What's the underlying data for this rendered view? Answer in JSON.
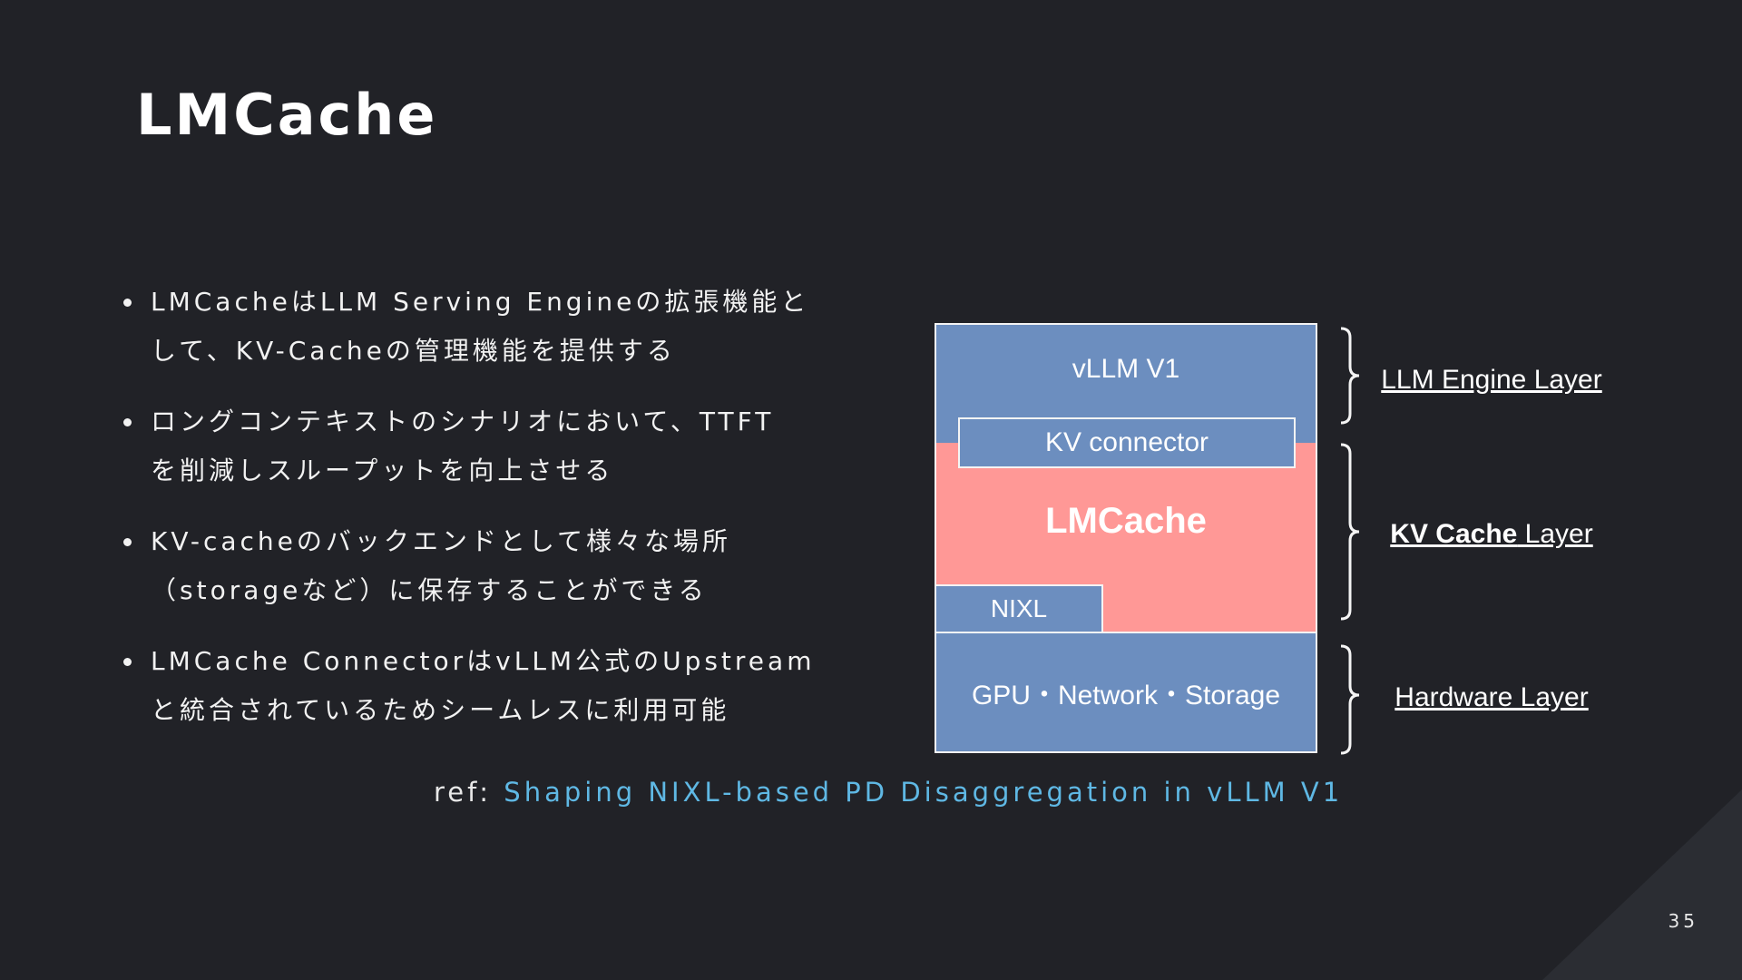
{
  "title": "LMCache",
  "bullets": [
    {
      "lines": [
        "LMCacheはLLM Serving Engineの拡張機能と",
        "して、KV-Cacheの管理機能を提供する"
      ]
    },
    {
      "lines": [
        "ロングコンテキストのシナリオにおいて、TTFT",
        "を削減しスループットを向上させる"
      ]
    },
    {
      "lines": [
        "KV-cacheのバックエンドとして様々な場所",
        "（storageなど）に保存することができる"
      ]
    },
    {
      "lines": [
        "LMCache ConnectorはvLLM公式のUpstream",
        "と統合されているためシームレスに利用可能"
      ]
    }
  ],
  "diagram": {
    "vllm_label": "vLLM V1",
    "kv_connector_label": "KV connector",
    "lmcache_label": "LMCache",
    "nixl_label": "NIXL",
    "hardware_label": "GPU・Network・Storage",
    "layers": {
      "engine": "LLM Engine Layer",
      "kv_cache_bold": "KV Cache",
      "kv_cache_rest": " Layer",
      "hardware": "Hardware Layer"
    },
    "colors": {
      "blue": "#6c8ebf",
      "pink": "#ff9896",
      "border": "#f4f4f4"
    }
  },
  "ref": {
    "prefix": "ref: ",
    "link_text": "Shaping NIXL-based PD Disaggregation in vLLM V1",
    "link_color": "#5fb8e4"
  },
  "page_number": "35"
}
